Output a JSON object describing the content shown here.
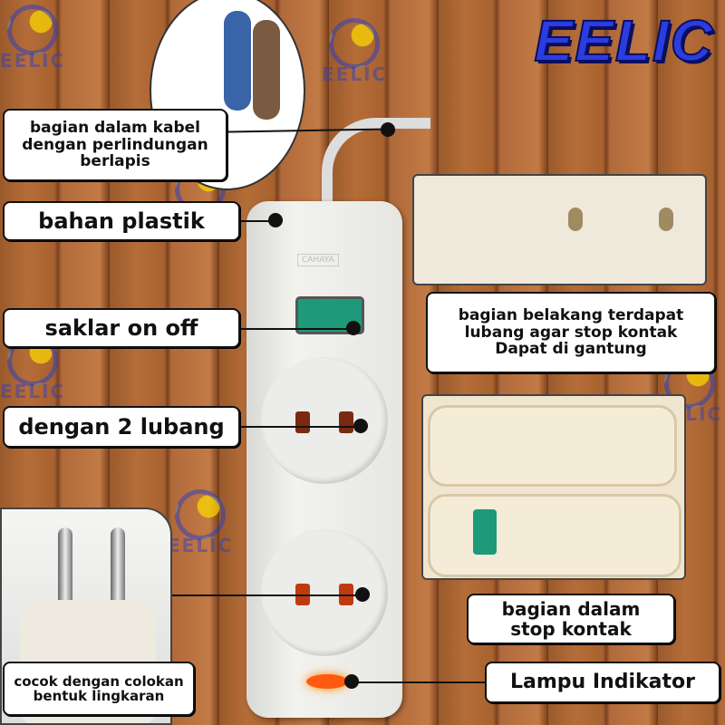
{
  "brand": "EELIC",
  "watermark": "EELIC",
  "strip_brand": "CAHAYA",
  "labels": {
    "cable": [
      "bagian dalam kabel",
      "dengan perlindungan",
      "berlapis"
    ],
    "plastic": "bahan plastik",
    "switch": "saklar on off",
    "holes": "dengan 2 lubang",
    "plug": [
      "cocok dengan colokan",
      "bentuk lingkaran"
    ],
    "back": [
      "bagian belakang terdapat",
      "lubang agar stop kontak",
      "Dapat di gantung"
    ],
    "inside": [
      "bagian dalam",
      "stop kontak"
    ],
    "indicator": "Lampu Indikator"
  },
  "colors": {
    "logo": "#2b3de0",
    "switch": "#1e9a7a",
    "indicator": "#ff5a10"
  }
}
